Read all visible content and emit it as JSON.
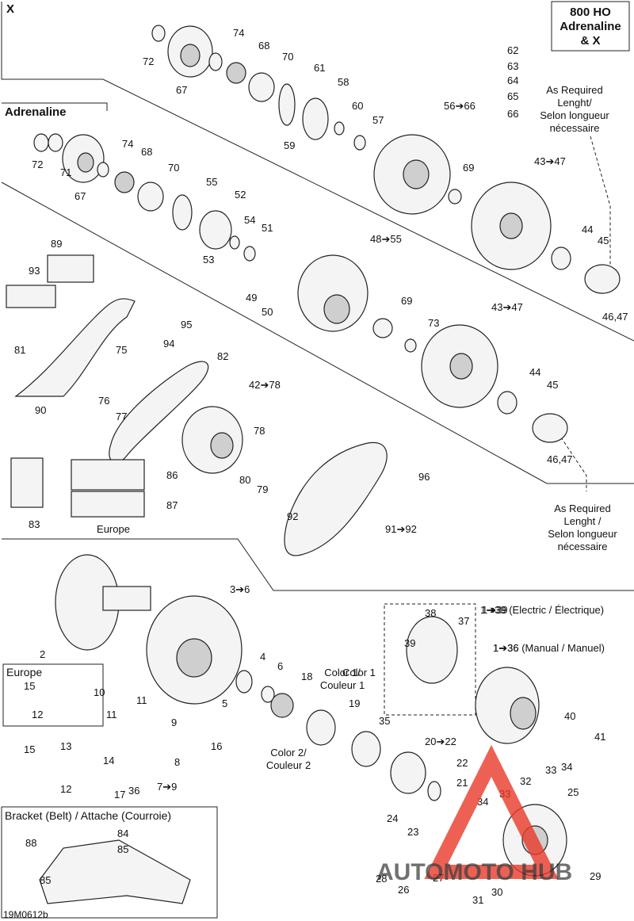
{
  "header_box": {
    "line1": "800 HO",
    "line2": "Adrenaline",
    "line3": "& X"
  },
  "section_labels": {
    "x": "X",
    "adrenaline": "Adrenaline",
    "europe_small": "Europe",
    "europe_box": "Europe"
  },
  "notes": {
    "as_required_top": [
      "As Required",
      "Lenght/",
      "Selon longueur",
      "nécessaire"
    ],
    "as_required_bottom": [
      "As Required",
      "Lenght /",
      "Selon longueur",
      "nécessaire"
    ],
    "color1": [
      "Color 1/",
      "Couleur 1"
    ],
    "color2": [
      "Color 2/",
      "Couleur 2"
    ],
    "electric": "1➔39 (Electric / Électrique)",
    "manual": "1➔36 (Manual / Manuel)"
  },
  "bracket_box_title": "Bracket (Belt) / Attache (Courroie)",
  "figure_code": "19M0612b",
  "watermark": {
    "text": "AUTOMOTO HUB",
    "color": "#e83a2a"
  },
  "callouts": [
    "72",
    "74",
    "68",
    "70",
    "67",
    "61",
    "58",
    "60",
    "57",
    "59",
    "56➔66",
    "62",
    "63",
    "64",
    "65",
    "66",
    "72",
    "71",
    "74",
    "68",
    "70",
    "67",
    "55",
    "52",
    "54",
    "51",
    "53",
    "69",
    "43➔47",
    "44",
    "45",
    "46,47",
    "89",
    "93",
    "81",
    "95",
    "94",
    "75",
    "76",
    "77",
    "90",
    "82",
    "48➔55",
    "49",
    "50",
    "69",
    "73",
    "43➔47",
    "44",
    "45",
    "46,47",
    "42➔78",
    "78",
    "80",
    "79",
    "96",
    "92",
    "91➔92",
    "86",
    "87",
    "83",
    "2",
    "3➔6",
    "4",
    "6",
    "18",
    "5",
    "Color 1",
    "19",
    "35",
    "20➔22",
    "22",
    "21",
    "38",
    "37",
    "39",
    "1➔39",
    "1➔36",
    "40",
    "41",
    "33",
    "34",
    "32",
    "25",
    "33",
    "34",
    "15",
    "12",
    "10",
    "11",
    "11",
    "9",
    "16",
    "15",
    "13",
    "14",
    "12",
    "7➔9",
    "8",
    "17",
    "36",
    "24",
    "23",
    "28",
    "26",
    "27",
    "29",
    "30",
    "31",
    "88",
    "84",
    "85",
    "85"
  ]
}
